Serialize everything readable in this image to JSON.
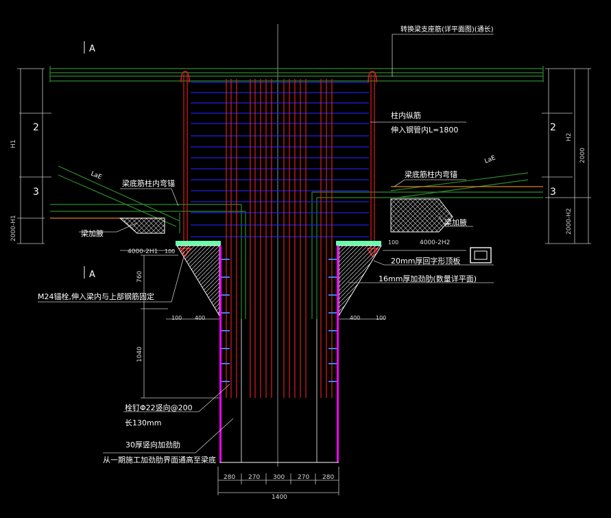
{
  "colors": {
    "background": "#000000",
    "beam_lines": "#2e8b2e",
    "column_rebar_red": "#e0201a",
    "column_rebar_blue": "#2020e8",
    "plate_magenta": "#ff00ff",
    "hatch": "#ffffff",
    "plate_green": "#66ffaa",
    "dim_line": "#c8c8c8",
    "label_text": "#ffffff"
  },
  "section_marks": {
    "top": "A",
    "bottom": "A"
  },
  "zone_numbers": {
    "left_upper": "2",
    "left_lower": "3",
    "right_upper": "2",
    "right_lower": "3"
  },
  "left_dims": {
    "h1": "H1",
    "h1_2000": "2000-H1"
  },
  "right_dims": {
    "h2": "H2",
    "total": "2000",
    "h2_2000": "2000-H2"
  },
  "labels": {
    "top_right": "转换梁支座筋(详平面图)(通长)",
    "col_rebar_1": "柱内纵筋",
    "col_rebar_2": "伸入钢管内L=1800",
    "beam_bottom_left": "梁底筋柱内弯锚",
    "beam_bottom_right": "梁底筋柱内弯锚",
    "lae_left": "LaE",
    "lae_right": "LaE",
    "haunch_left": "梁加腋",
    "haunch_right": "梁加腋",
    "ring_plate": "20mm厚回字形顶板",
    "stiffener": "16mm厚加劲肋(数量详平面)",
    "bolt": "M24锚栓,伸入梁内与上部钢筋固定",
    "stud_1": "栓钉Φ22竖向@200",
    "stud_2": "长130mm",
    "vert_rib_1": "30厚竖向加劲肋",
    "vert_rib_2": "从一期施工加劲肋界面通高至梁底"
  },
  "dims": {
    "left_4000": "4000-2H1",
    "left_100": "100",
    "right_100": "100",
    "right_4000": "4000-2H2",
    "v_760": "760",
    "v_1040": "1040",
    "left_100b": "100",
    "left_400": "400",
    "right_400": "400",
    "right_100b": "100",
    "bottom_280a": "280",
    "bottom_270a": "270",
    "bottom_300": "300",
    "bottom_270b": "270",
    "bottom_280b": "280",
    "bottom_total": "1400"
  }
}
